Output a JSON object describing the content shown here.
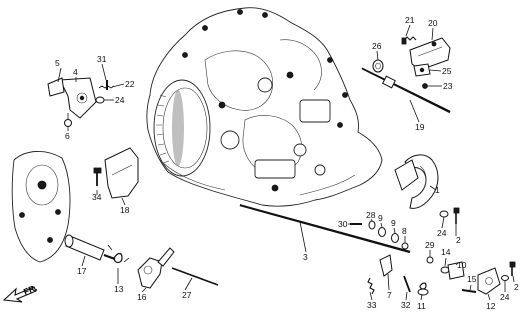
{
  "diagram": {
    "direction_label": "FR.",
    "callouts": [
      {
        "id": "c1",
        "text": "1"
      },
      {
        "id": "c2a",
        "text": "2"
      },
      {
        "id": "c2b",
        "text": "2"
      },
      {
        "id": "c3",
        "text": "3"
      },
      {
        "id": "c4",
        "text": "4"
      },
      {
        "id": "c5",
        "text": "5"
      },
      {
        "id": "c6",
        "text": "6"
      },
      {
        "id": "c7",
        "text": "7"
      },
      {
        "id": "c8",
        "text": "8"
      },
      {
        "id": "c9a",
        "text": "9"
      },
      {
        "id": "c9b",
        "text": "9"
      },
      {
        "id": "c10",
        "text": "10"
      },
      {
        "id": "c11",
        "text": "11"
      },
      {
        "id": "c12",
        "text": "12"
      },
      {
        "id": "c13",
        "text": "13"
      },
      {
        "id": "c14",
        "text": "14"
      },
      {
        "id": "c15",
        "text": "15"
      },
      {
        "id": "c16",
        "text": "16"
      },
      {
        "id": "c17",
        "text": "17"
      },
      {
        "id": "c18",
        "text": "18"
      },
      {
        "id": "c19",
        "text": "19"
      },
      {
        "id": "c20",
        "text": "20"
      },
      {
        "id": "c21",
        "text": "21"
      },
      {
        "id": "c22",
        "text": "22"
      },
      {
        "id": "c23",
        "text": "23"
      },
      {
        "id": "c24a",
        "text": "24"
      },
      {
        "id": "c24b",
        "text": "24"
      },
      {
        "id": "c24c",
        "text": "24"
      },
      {
        "id": "c25",
        "text": "25"
      },
      {
        "id": "c26",
        "text": "26"
      },
      {
        "id": "c27",
        "text": "27"
      },
      {
        "id": "c28",
        "text": "28"
      },
      {
        "id": "c29",
        "text": "29"
      },
      {
        "id": "c30",
        "text": "30"
      },
      {
        "id": "c31",
        "text": "31"
      },
      {
        "id": "c32",
        "text": "32"
      },
      {
        "id": "c33",
        "text": "33"
      },
      {
        "id": "c34",
        "text": "34"
      }
    ]
  }
}
